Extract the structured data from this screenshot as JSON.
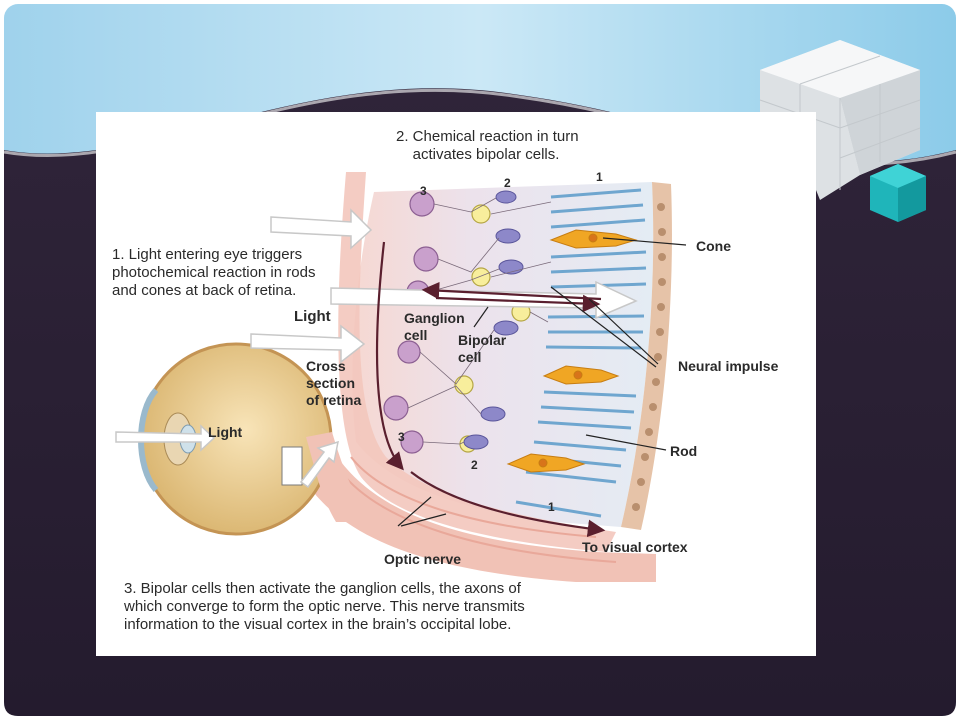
{
  "captions": {
    "step2": "2. Chemical reaction in turn\n    activates bipolar cells.",
    "step1": "1. Light entering eye triggers\nphotochemical reaction in rods\nand cones at back of retina.",
    "step3": "3. Bipolar cells then activate the ganglion cells, the axons of\nwhich converge to form the optic nerve. This nerve transmits\ninformation to the visual cortex in the brain’s occipital lobe."
  },
  "labels": {
    "light_top": "Light",
    "light_eye": "Light",
    "cross_section": "Cross\nsection\nof retina",
    "ganglion": "Ganglion\ncell",
    "bipolar": "Bipolar\ncell",
    "cone": "Cone",
    "neural_impulse": "Neural impulse",
    "rod": "Rod",
    "optic_nerve": "Optic nerve",
    "to_cortex": "To visual cortex"
  },
  "layer_numbers": {
    "top_3": "3",
    "top_2": "2",
    "top_1": "1",
    "bottom_3": "3",
    "bottom_2": "2",
    "bottom_1": "1"
  }
}
